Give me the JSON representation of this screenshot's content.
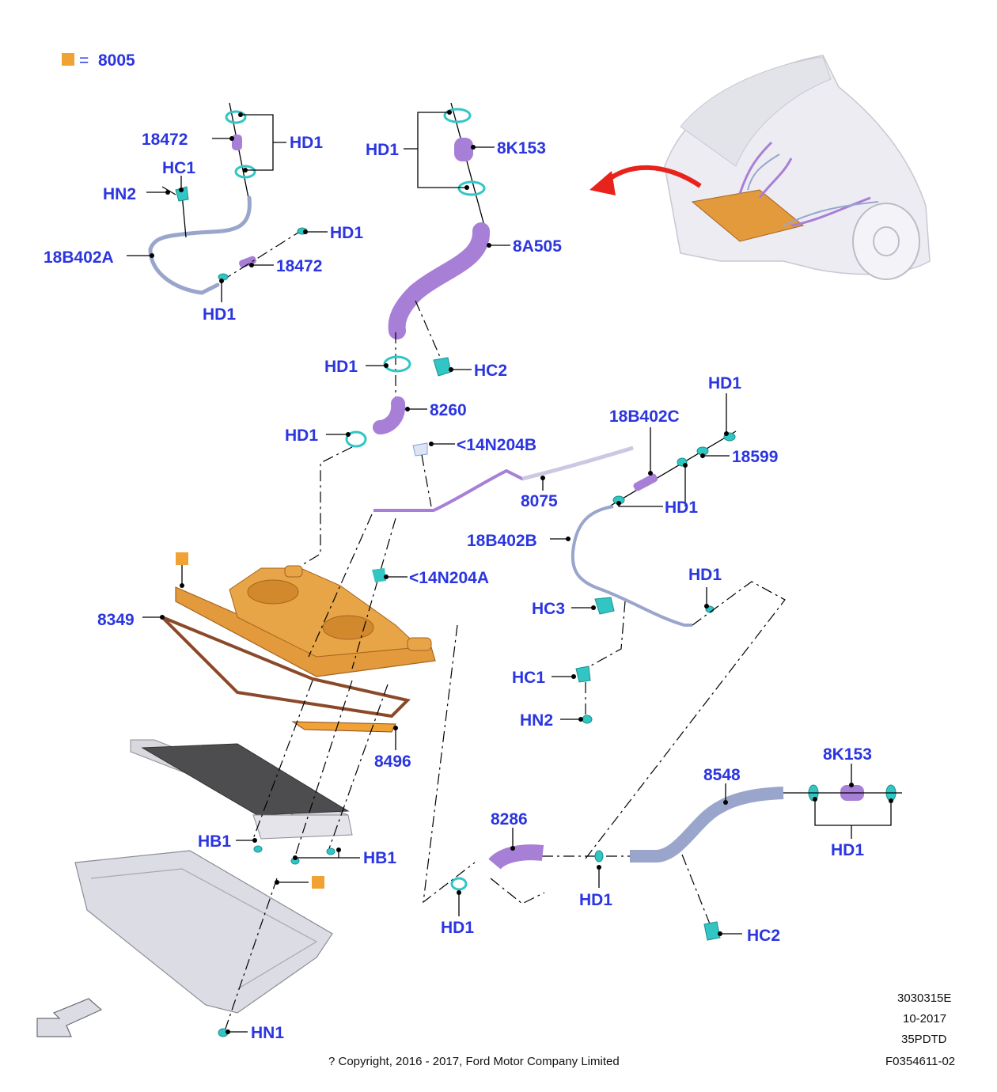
{
  "legend": {
    "equals": "=",
    "code": "8005"
  },
  "colors": {
    "label": "#2b35e0",
    "tank": "#e39a3c",
    "legend_square": "#f0a235",
    "hose_purple": "#a77fd6",
    "hose_blue": "#9aa5cc",
    "clamp": "#31c6c4",
    "arrow_red": "#e8231c"
  },
  "labels": {
    "l18472_top": "18472",
    "hd1_top": "HD1",
    "hc1_top": "HC1",
    "hn2_top": "HN2",
    "l18b402a": "18B402A",
    "hd1_a": "HD1",
    "l18472_mid": "18472",
    "hd1_b": "HD1",
    "hd1_clamp": "HD1",
    "l8k153_top": "8K153",
    "l8a505": "8A505",
    "hd1_c": "HD1",
    "hc2_top": "HC2",
    "l8260": "8260",
    "hd1_d": "HD1",
    "l14n204b": "<14N204B",
    "l8075": "8075",
    "l18b402c": "18B402C",
    "hd1_e": "HD1",
    "l18599": "18599",
    "hd1_f": "HD1",
    "l18b402b": "18B402B",
    "l14n204a": "<14N204A",
    "hd1_g": "HD1",
    "hc3": "HC3",
    "l8349": "8349",
    "hc1_mid": "HC1",
    "hn2_mid": "HN2",
    "l8496": "8496",
    "l8548": "8548",
    "l8k153_bot": "8K153",
    "l8286": "8286",
    "hd1_h": "HD1",
    "hb1_left": "HB1",
    "hb1_right": "HB1",
    "hd1_i": "HD1",
    "hd1_j": "HD1",
    "hc2_bot": "HC2",
    "hn1": "HN1"
  },
  "footer": {
    "ref1": "3030315E",
    "ref2": "10-2017",
    "ref3": "35PDTD",
    "ref4": "F0354611-02",
    "copyright": "? Copyright, 2016 - 2017, Ford Motor Company Limited"
  }
}
